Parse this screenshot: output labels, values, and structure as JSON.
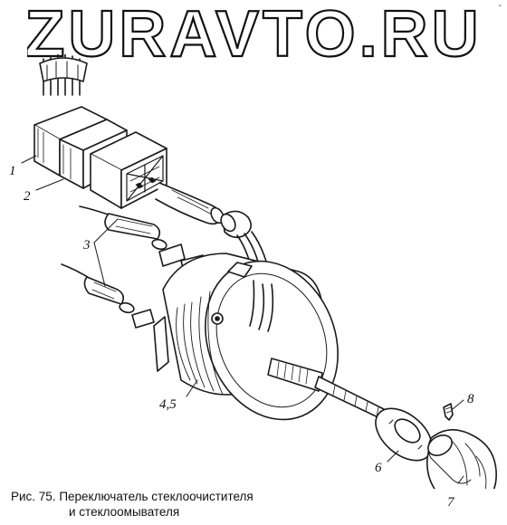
{
  "watermark": {
    "text": "ZURAVTO.RU"
  },
  "corner_mark": "-",
  "callouts": {
    "c1": "1",
    "c2": "2",
    "c3": "3",
    "c45": "4,5",
    "c6": "6",
    "c7": "7",
    "c8": "8"
  },
  "caption": {
    "line1": "Рис. 75. Переключатель стеклоочистителя",
    "line2": "и стеклоомывателя"
  },
  "colors": {
    "ink": "#1a1a1a",
    "paper": "#ffffff"
  }
}
